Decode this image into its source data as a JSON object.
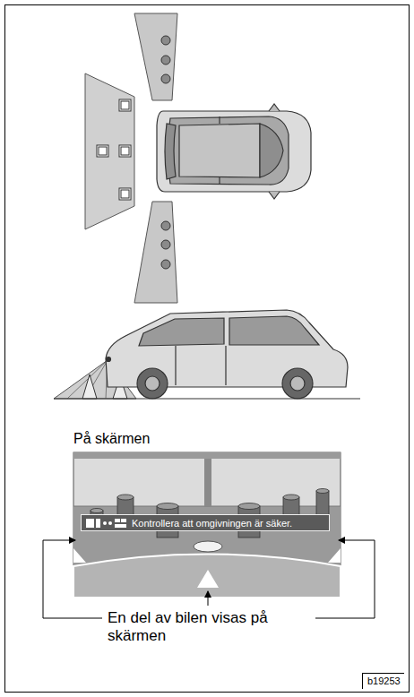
{
  "diagram": {
    "nodes": [
      {
        "text": [
          "Kontrollera att omgivningen är säker."
        ]
      }
    ],
    "labels": [
      "På skärmen",
      "En del av bilen visas på skärmen",
      "b19253"
    ]
  }
}
